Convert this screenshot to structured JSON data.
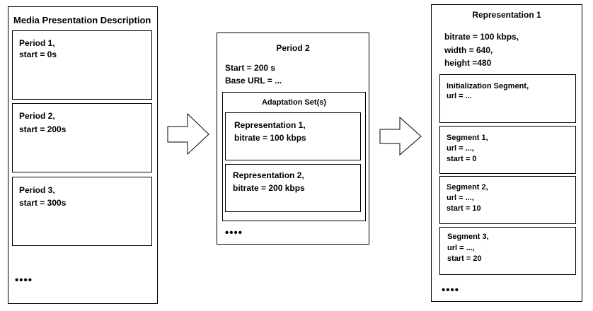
{
  "mpd": {
    "title": "Media Presentation Description",
    "periods": [
      {
        "name": "Period 1,",
        "start": "start = 0s"
      },
      {
        "name": "Period 2,",
        "start": "start = 200s"
      },
      {
        "name": "Period 3,",
        "start": "start = 300s"
      }
    ],
    "ellipsis": "••••"
  },
  "period": {
    "title": "Period 2",
    "start": "Start = 200 s",
    "base_url": "Base URL = ...",
    "adaptation_set": {
      "title": "Adaptation Set(s)",
      "representations": [
        {
          "name": "Representation 1,",
          "bitrate": "bitrate = 100 kbps"
        },
        {
          "name": "Representation 2,",
          "bitrate": "bitrate = 200 kbps"
        }
      ]
    },
    "ellipsis": "••••"
  },
  "representation": {
    "title": "Representation 1",
    "bitrate": "bitrate  = 100 kbps,",
    "width": "width = 640,",
    "height": "height =480",
    "init_segment": {
      "name": "Initialization Segment,",
      "url": "url = ..."
    },
    "segments": [
      {
        "name": "Segment 1,",
        "url": "url = ...,",
        "start": "start = 0"
      },
      {
        "name": "Segment 2,",
        "url": "url = ...,",
        "start": "start = 10"
      },
      {
        "name": "Segment 3,",
        "url": "url = ...,",
        "start": "start = 20"
      }
    ],
    "ellipsis": "••••"
  }
}
